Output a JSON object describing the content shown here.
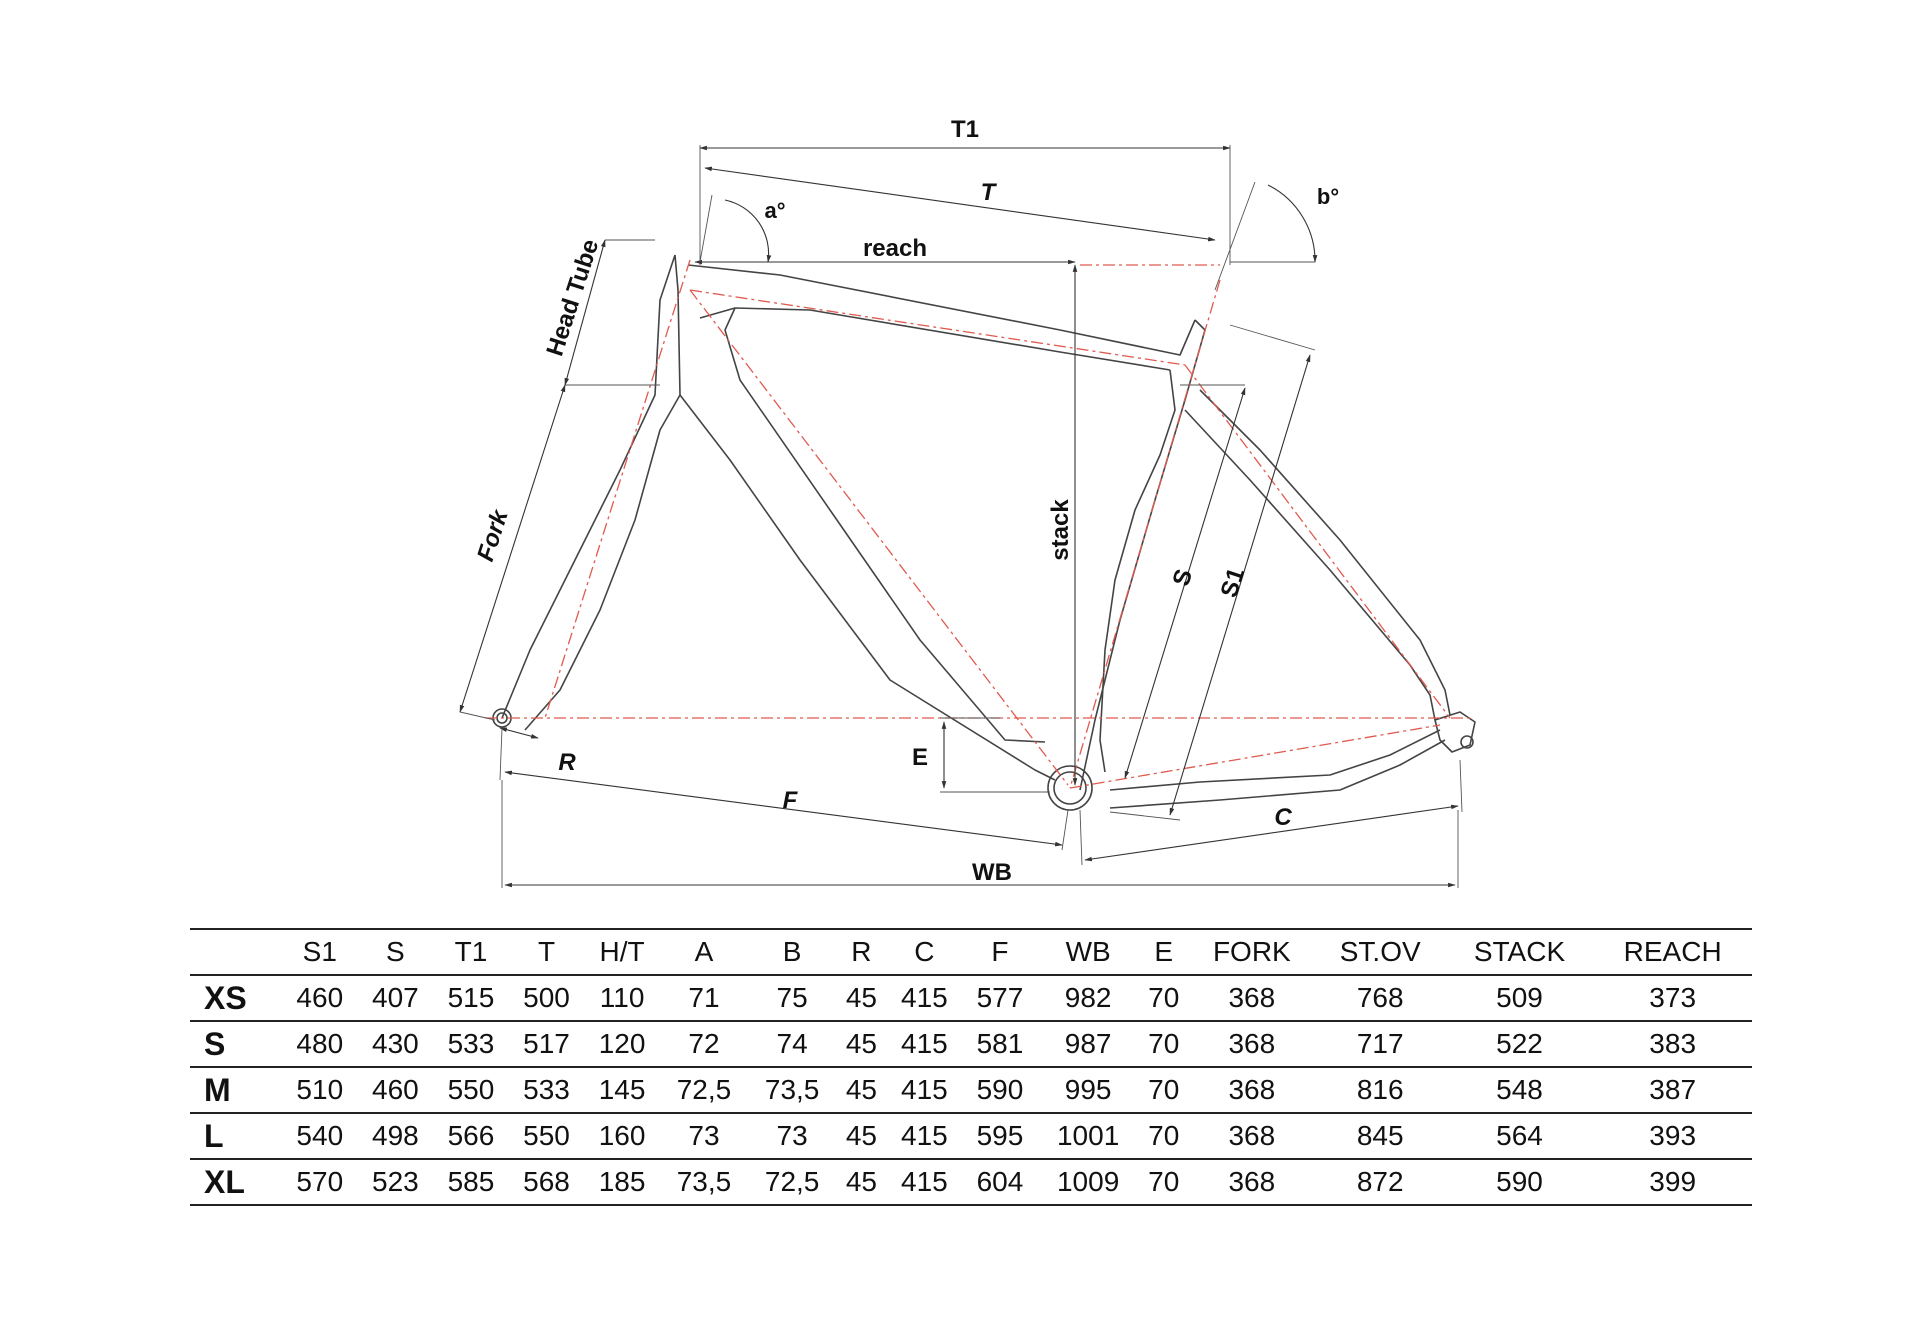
{
  "diagram": {
    "labels": {
      "t1": "T1",
      "t": "T",
      "a": "a°",
      "b": "b°",
      "reach": "reach",
      "head_tube": "Head Tube",
      "stack": "stack",
      "fork": "Fork",
      "s": "S",
      "s1": "S1",
      "r": "R",
      "e": "E",
      "f": "F",
      "c": "C",
      "wb": "WB"
    },
    "colors": {
      "frame": "#444444",
      "centerline": "#e05a4f",
      "dimension": "#333333"
    }
  },
  "table": {
    "headers": [
      "S1",
      "S",
      "T1",
      "T",
      "H/T",
      "A",
      "B",
      "R",
      "C",
      "F",
      "WB",
      "E",
      "FORK",
      "ST.OV",
      "STACK",
      "REACH"
    ],
    "rows": [
      {
        "size": "XS",
        "cells": [
          "460",
          "407",
          "515",
          "500",
          "110",
          "71",
          "75",
          "45",
          "415",
          "577",
          "982",
          "70",
          "368",
          "768",
          "509",
          "373"
        ]
      },
      {
        "size": "S",
        "cells": [
          "480",
          "430",
          "533",
          "517",
          "120",
          "72",
          "74",
          "45",
          "415",
          "581",
          "987",
          "70",
          "368",
          "717",
          "522",
          "383"
        ]
      },
      {
        "size": "M",
        "cells": [
          "510",
          "460",
          "550",
          "533",
          "145",
          "72,5",
          "73,5",
          "45",
          "415",
          "590",
          "995",
          "70",
          "368",
          "816",
          "548",
          "387"
        ]
      },
      {
        "size": "L",
        "cells": [
          "540",
          "498",
          "566",
          "550",
          "160",
          "73",
          "73",
          "45",
          "415",
          "595",
          "1001",
          "70",
          "368",
          "845",
          "564",
          "393"
        ]
      },
      {
        "size": "XL",
        "cells": [
          "570",
          "523",
          "585",
          "568",
          "185",
          "73,5",
          "72,5",
          "45",
          "415",
          "604",
          "1009",
          "70",
          "368",
          "872",
          "590",
          "399"
        ]
      }
    ]
  }
}
